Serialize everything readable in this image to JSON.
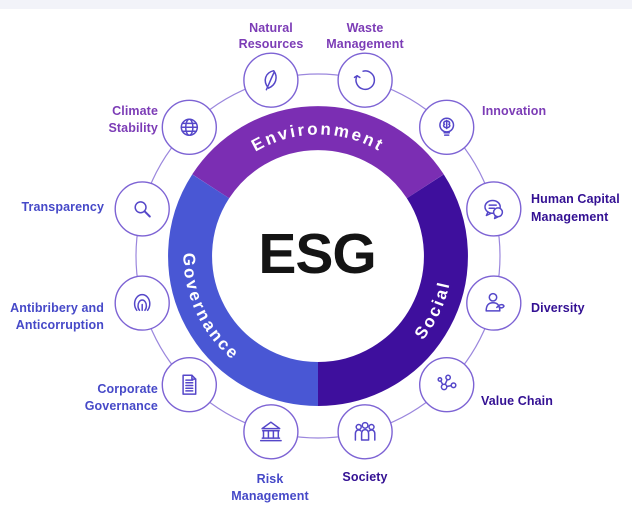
{
  "page": {
    "colors": {
      "background": "#ffffff",
      "top_strip": "#f2f3f9",
      "environment_segment": "#7b2eb3",
      "social_segment": "#3e0f9d",
      "governance_segment": "#4957d4",
      "environment_label_text": "#7c3cb6",
      "social_label_text": "#331093",
      "governance_label_text": "#4649c8",
      "node_circle_outline": "#7d63d4",
      "connector_circle": "#9b87dd",
      "icon_glyph": "#5547c9",
      "arc_text": "#ffffff",
      "center_text": "#141414"
    }
  },
  "diagram": {
    "center_label": "ESG",
    "segments": {
      "environment": {
        "label": "Environment"
      },
      "social": {
        "label": "Social"
      },
      "governance": {
        "label": "Governance"
      }
    },
    "nodes": {
      "natural_resources": {
        "lines": [
          "Natural",
          "Resources"
        ],
        "icon": "leaf-icon",
        "section": "Environment"
      },
      "waste_management": {
        "lines": [
          "Waste",
          "Management"
        ],
        "icon": "recycle-arrow-icon",
        "section": "Environment"
      },
      "innovation": {
        "lines": [
          "Innovation"
        ],
        "icon": "bulb-brain-icon",
        "section": "Environment"
      },
      "human_capital_management": {
        "lines": [
          "Human Capital",
          "Management"
        ],
        "icon": "chat-bubbles-icon",
        "section": "Social"
      },
      "diversity": {
        "lines": [
          "Diversity"
        ],
        "icon": "person-leaf-icon",
        "section": "Social"
      },
      "value_chain": {
        "lines": [
          "Value Chain"
        ],
        "icon": "molecule-icon",
        "section": "Social"
      },
      "society": {
        "lines": [
          "Society"
        ],
        "icon": "people-group-icon",
        "section": "Social"
      },
      "risk_management": {
        "lines": [
          "Risk",
          "Management"
        ],
        "icon": "bank-icon",
        "section": "Governance"
      },
      "corporate_governance": {
        "lines": [
          "Corporate",
          "Governance"
        ],
        "icon": "document-icon",
        "section": "Governance"
      },
      "antibribery_and_anticorruption": {
        "lines": [
          "Antibribery and",
          "Anticorruption"
        ],
        "icon": "fingerprint-icon",
        "section": "Governance"
      },
      "transparency": {
        "lines": [
          "Transparency"
        ],
        "icon": "magnifier-icon",
        "section": "Governance"
      },
      "climate_stability": {
        "lines": [
          "Climate",
          "Stability"
        ],
        "icon": "globe-icon",
        "section": "Environment"
      }
    }
  }
}
